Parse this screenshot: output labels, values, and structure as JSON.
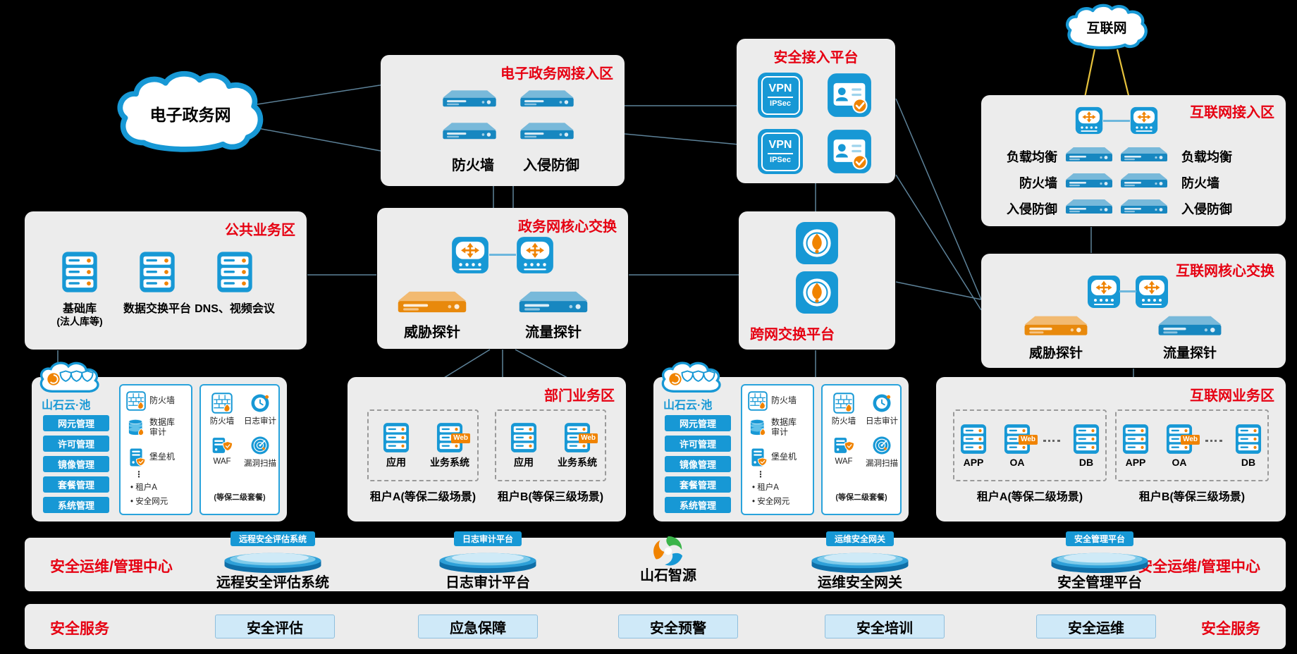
{
  "clouds": {
    "egov": "电子政务网",
    "internet": "互联网"
  },
  "egov_access": {
    "title": "电子政务网接入区",
    "label_firewall": "防火墙",
    "label_ips": "入侵防御"
  },
  "secure_access": {
    "title": "安全接入平台",
    "vpn": "VPN",
    "ipsec": "IPSec"
  },
  "internet_access": {
    "title": "互联网接入区",
    "rows": [
      "负载均衡",
      "防火墙",
      "入侵防御"
    ]
  },
  "public_business": {
    "title": "公共业务区",
    "servers": [
      {
        "label1": "基础库",
        "label2": "(法人库等)"
      },
      {
        "label1": "数据交换平台",
        "label2": ""
      },
      {
        "label1": "DNS、视频会议",
        "label2": ""
      }
    ]
  },
  "gov_core": {
    "title": "政务网核心交换",
    "threat_probe": "威胁探针",
    "flow_probe": "流量探针"
  },
  "cross_network": {
    "title": "跨网交换平台"
  },
  "internet_core": {
    "title": "互联网核心交换",
    "threat_probe": "威胁探针",
    "flow_probe": "流量探针"
  },
  "cloud_pool": {
    "title": "山石云·池",
    "menu": [
      "网元管理",
      "许可管理",
      "镜像管理",
      "套餐管理",
      "系统管理"
    ],
    "panel_a": {
      "firewall": "防火墙",
      "db_audit": "数据库审计",
      "bastion": "堡垒机",
      "more": "⋮",
      "tenant": "租户A",
      "element": "安全网元"
    },
    "panel_b": {
      "firewall": "防火墙",
      "log_audit": "日志审计",
      "waf": "WAF",
      "scan": "漏洞扫描",
      "caption": "(等保二级套餐)"
    }
  },
  "dept_business": {
    "title": "部门业务区",
    "tenant_a": {
      "label": "租户A(等保二级场景)",
      "servers": [
        "应用",
        "业务系统"
      ]
    },
    "tenant_b": {
      "label": "租户B(等保三级场景)",
      "servers": [
        "应用",
        "业务系统"
      ]
    }
  },
  "internet_business": {
    "title": "互联网业务区",
    "tenant_a": {
      "label": "租户A(等保二级场景)",
      "servers": [
        "APP",
        "OA",
        "DB"
      ]
    },
    "tenant_b": {
      "label": "租户B(等保三级场景)",
      "servers": [
        "APP",
        "OA",
        "DB"
      ]
    }
  },
  "ops_bar": {
    "title_left": "安全运维/管理中心",
    "title_right": "安全运维/管理中心",
    "items": [
      {
        "banner": "远程安全评估系统",
        "label": "远程安全评估系统"
      },
      {
        "banner": "日志审计平台",
        "label": "日志审计平台"
      },
      {
        "label": "山石智源"
      },
      {
        "banner": "运维安全网关",
        "label": "运维安全网关"
      },
      {
        "banner": "安全管理平台",
        "label": "安全管理平台"
      }
    ]
  },
  "services_bar": {
    "title_left": "安全服务",
    "title_right": "安全服务",
    "items": [
      "安全评估",
      "应急保障",
      "安全预警",
      "安全培训",
      "安全运维"
    ]
  },
  "misc": {
    "web_tag": "Web"
  },
  "colors": {
    "accent_red": "#e60012",
    "device_blue": "#1798d5",
    "orange": "#f08300",
    "panel_bg": "#ececec"
  }
}
